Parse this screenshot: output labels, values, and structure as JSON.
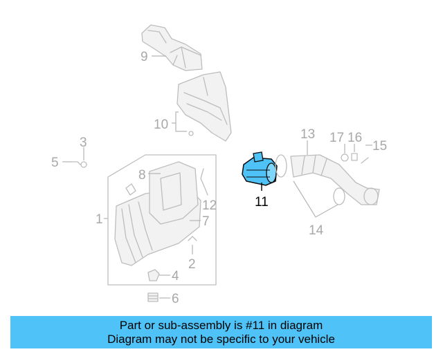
{
  "diagram": {
    "highlight_color": "#4fc3f7",
    "labels": {
      "c1": "1",
      "c2": "2",
      "c3": "3",
      "c4": "4",
      "c5": "5",
      "c6": "6",
      "c7": "7",
      "c8": "8",
      "c9": "9",
      "c10": "10",
      "c11": "11",
      "c12": "12",
      "c13": "13",
      "c14": "14",
      "c15": "15",
      "c16": "16",
      "c17": "17"
    }
  },
  "banner": {
    "line1": "Part or sub-assembly is #11 in diagram",
    "line2": "Diagram may not be specific to your vehicle",
    "color": "#4fc3f7"
  }
}
